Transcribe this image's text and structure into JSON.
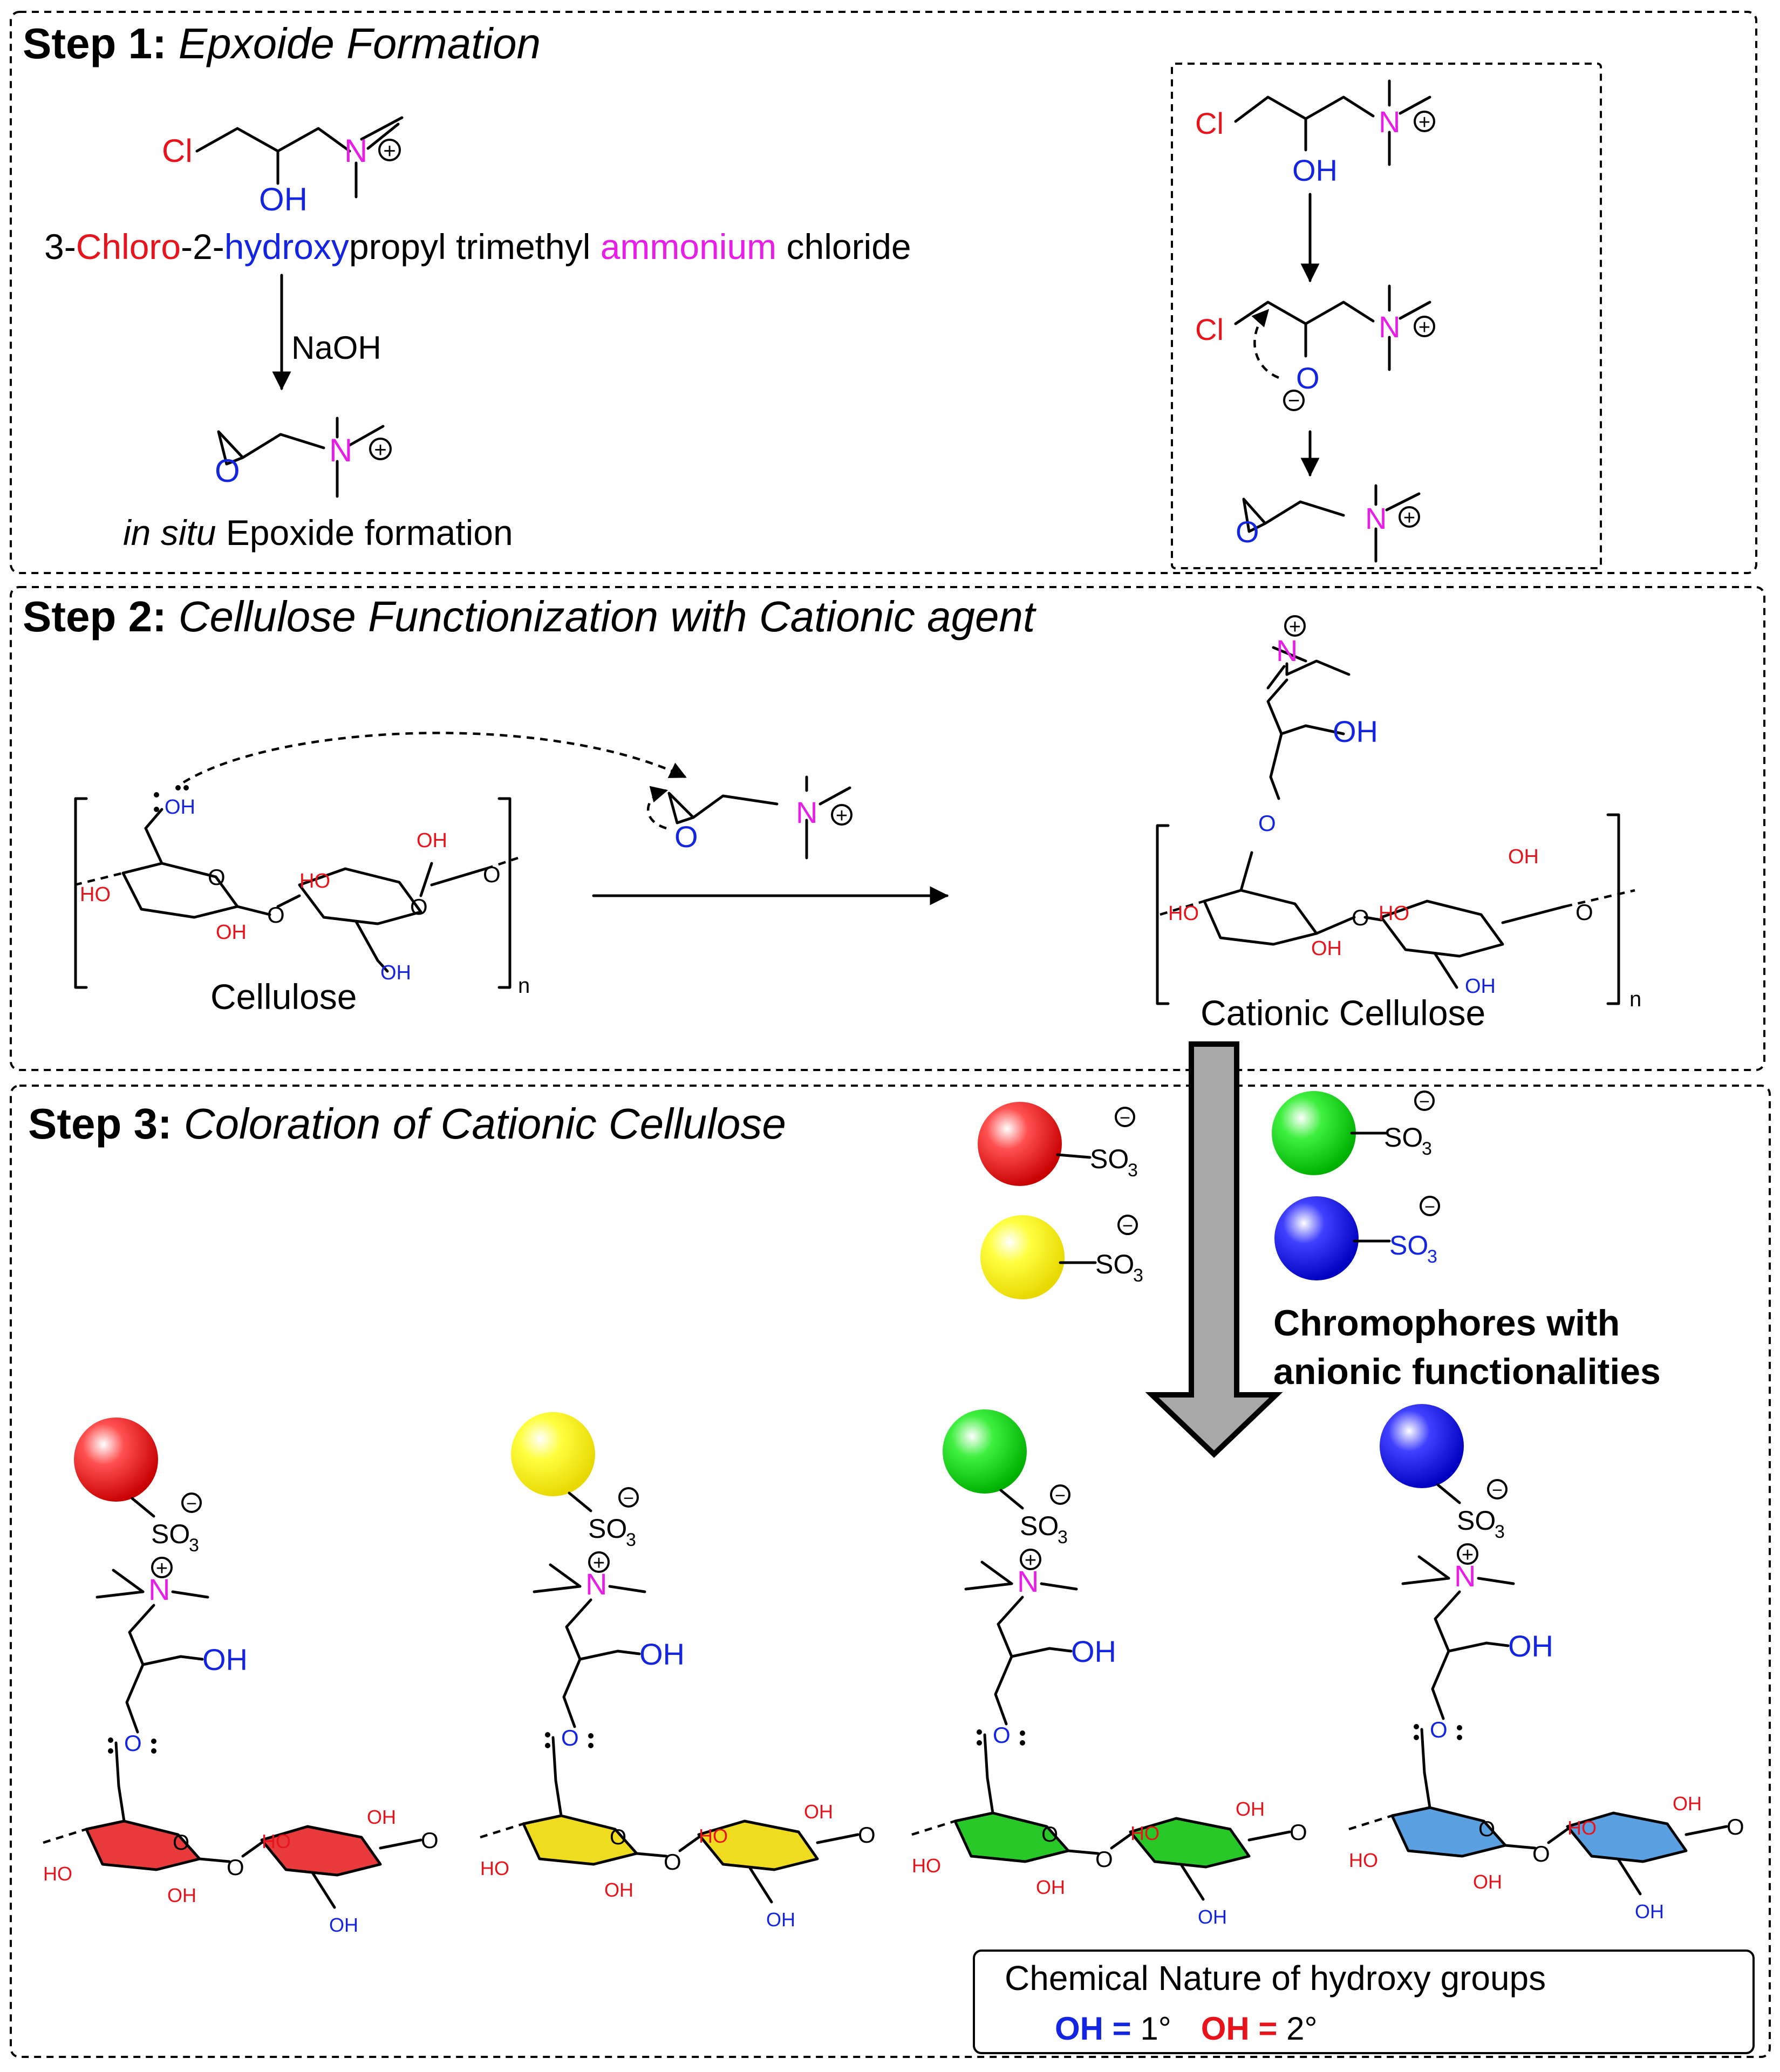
{
  "colors": {
    "red": "#e8131b",
    "blue": "#1325e0",
    "magenta": "#e81ee8",
    "black": "#000000",
    "arrow_fill": "#a8a8a8",
    "ring_red": "#e83a3a",
    "ring_yellow": "#f0dc1e",
    "ring_green": "#28c828",
    "ring_blue": "#5aa0e0"
  },
  "step1": {
    "label": "Step 1:",
    "title": "Epxoide Formation",
    "name_parts": [
      "3-",
      "Chloro",
      "-2-",
      "hydroxy",
      "propyl trimethyl ",
      "ammonium",
      " chloride"
    ],
    "reagent": "NaOH",
    "caption_italic": "in situ",
    "caption": " Epoxide formation"
  },
  "step2": {
    "label": "Step 2:",
    "title": "Cellulose Functionization with Cationic agent",
    "cellulose_label": "Cellulose",
    "cationic_label": "Cationic Cellulose",
    "subscript": "n"
  },
  "step3": {
    "label": "Step 3:",
    "title": "Coloration of Cationic Cellulose",
    "chromophore_line1": "Chromophores with",
    "chromophore_line2": "anionic functionalities"
  },
  "atoms": {
    "cl": "Cl",
    "oh": "OH",
    "ho": "HO",
    "o": "O",
    "n": "N",
    "so3": "SO",
    "so3_sub": "3",
    "plus": "+",
    "minus": "−"
  },
  "legend": {
    "title": "Chemical Nature of hydroxy groups",
    "primary_oh": "OH",
    "primary_eq": " = ",
    "primary_deg": "1°",
    "secondary_oh": "OH",
    "secondary_eq": " = ",
    "secondary_deg": "2°"
  },
  "sphere_colors": [
    "red",
    "yellow",
    "green",
    "blue"
  ]
}
